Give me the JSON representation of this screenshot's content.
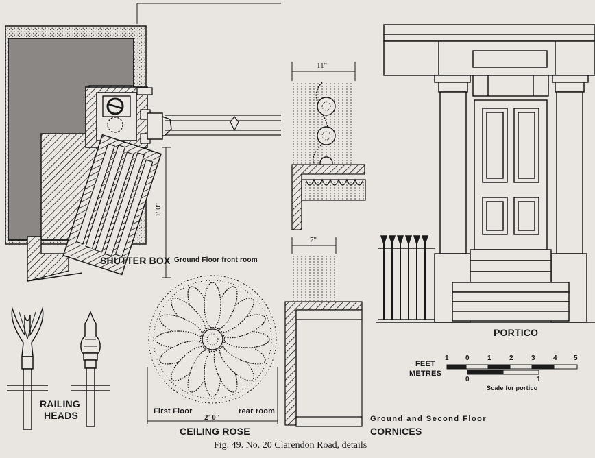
{
  "caption": "Fig. 49. No. 20 Clarendon Road, details",
  "shutter_box": {
    "title": "SHUTTER BOX",
    "subtitle": "Ground Floor front room",
    "dimension": "1' 0\""
  },
  "railing_heads": {
    "title_line1": "RAILING",
    "title_line2": "HEADS"
  },
  "ceiling_rose": {
    "title": "CEILING ROSE",
    "left_note": "First Floor",
    "right_note": "rear room",
    "dimension": "2' 0\""
  },
  "cornices": {
    "title": "CORNICES",
    "note": "Ground and Second Floor",
    "dim_top": "11\"",
    "dim_bottom": "7\""
  },
  "portico": {
    "title": "PORTICO"
  },
  "scale": {
    "feet_label": "FEET",
    "metres_label": "METRES",
    "feet_ticks": [
      "1",
      "0",
      "1",
      "2",
      "3",
      "4",
      "5"
    ],
    "metre_ticks": [
      "0",
      "1"
    ],
    "caption": "Scale for portico"
  },
  "colors": {
    "paper": "#e9e6e2",
    "ink": "#1a1a1a",
    "shade": "#8a8784"
  }
}
